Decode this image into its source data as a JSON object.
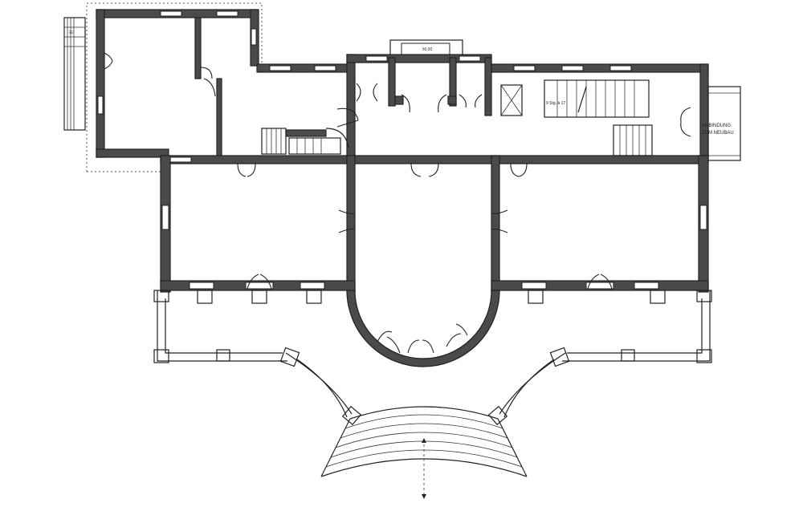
{
  "drawing": {
    "annex_label_line1": "ANBINDUNG",
    "annex_label_line2": "ZUM NEUBAU",
    "stair_note": "9 Stg. à 17",
    "elevation_mark": "±0,00"
  }
}
